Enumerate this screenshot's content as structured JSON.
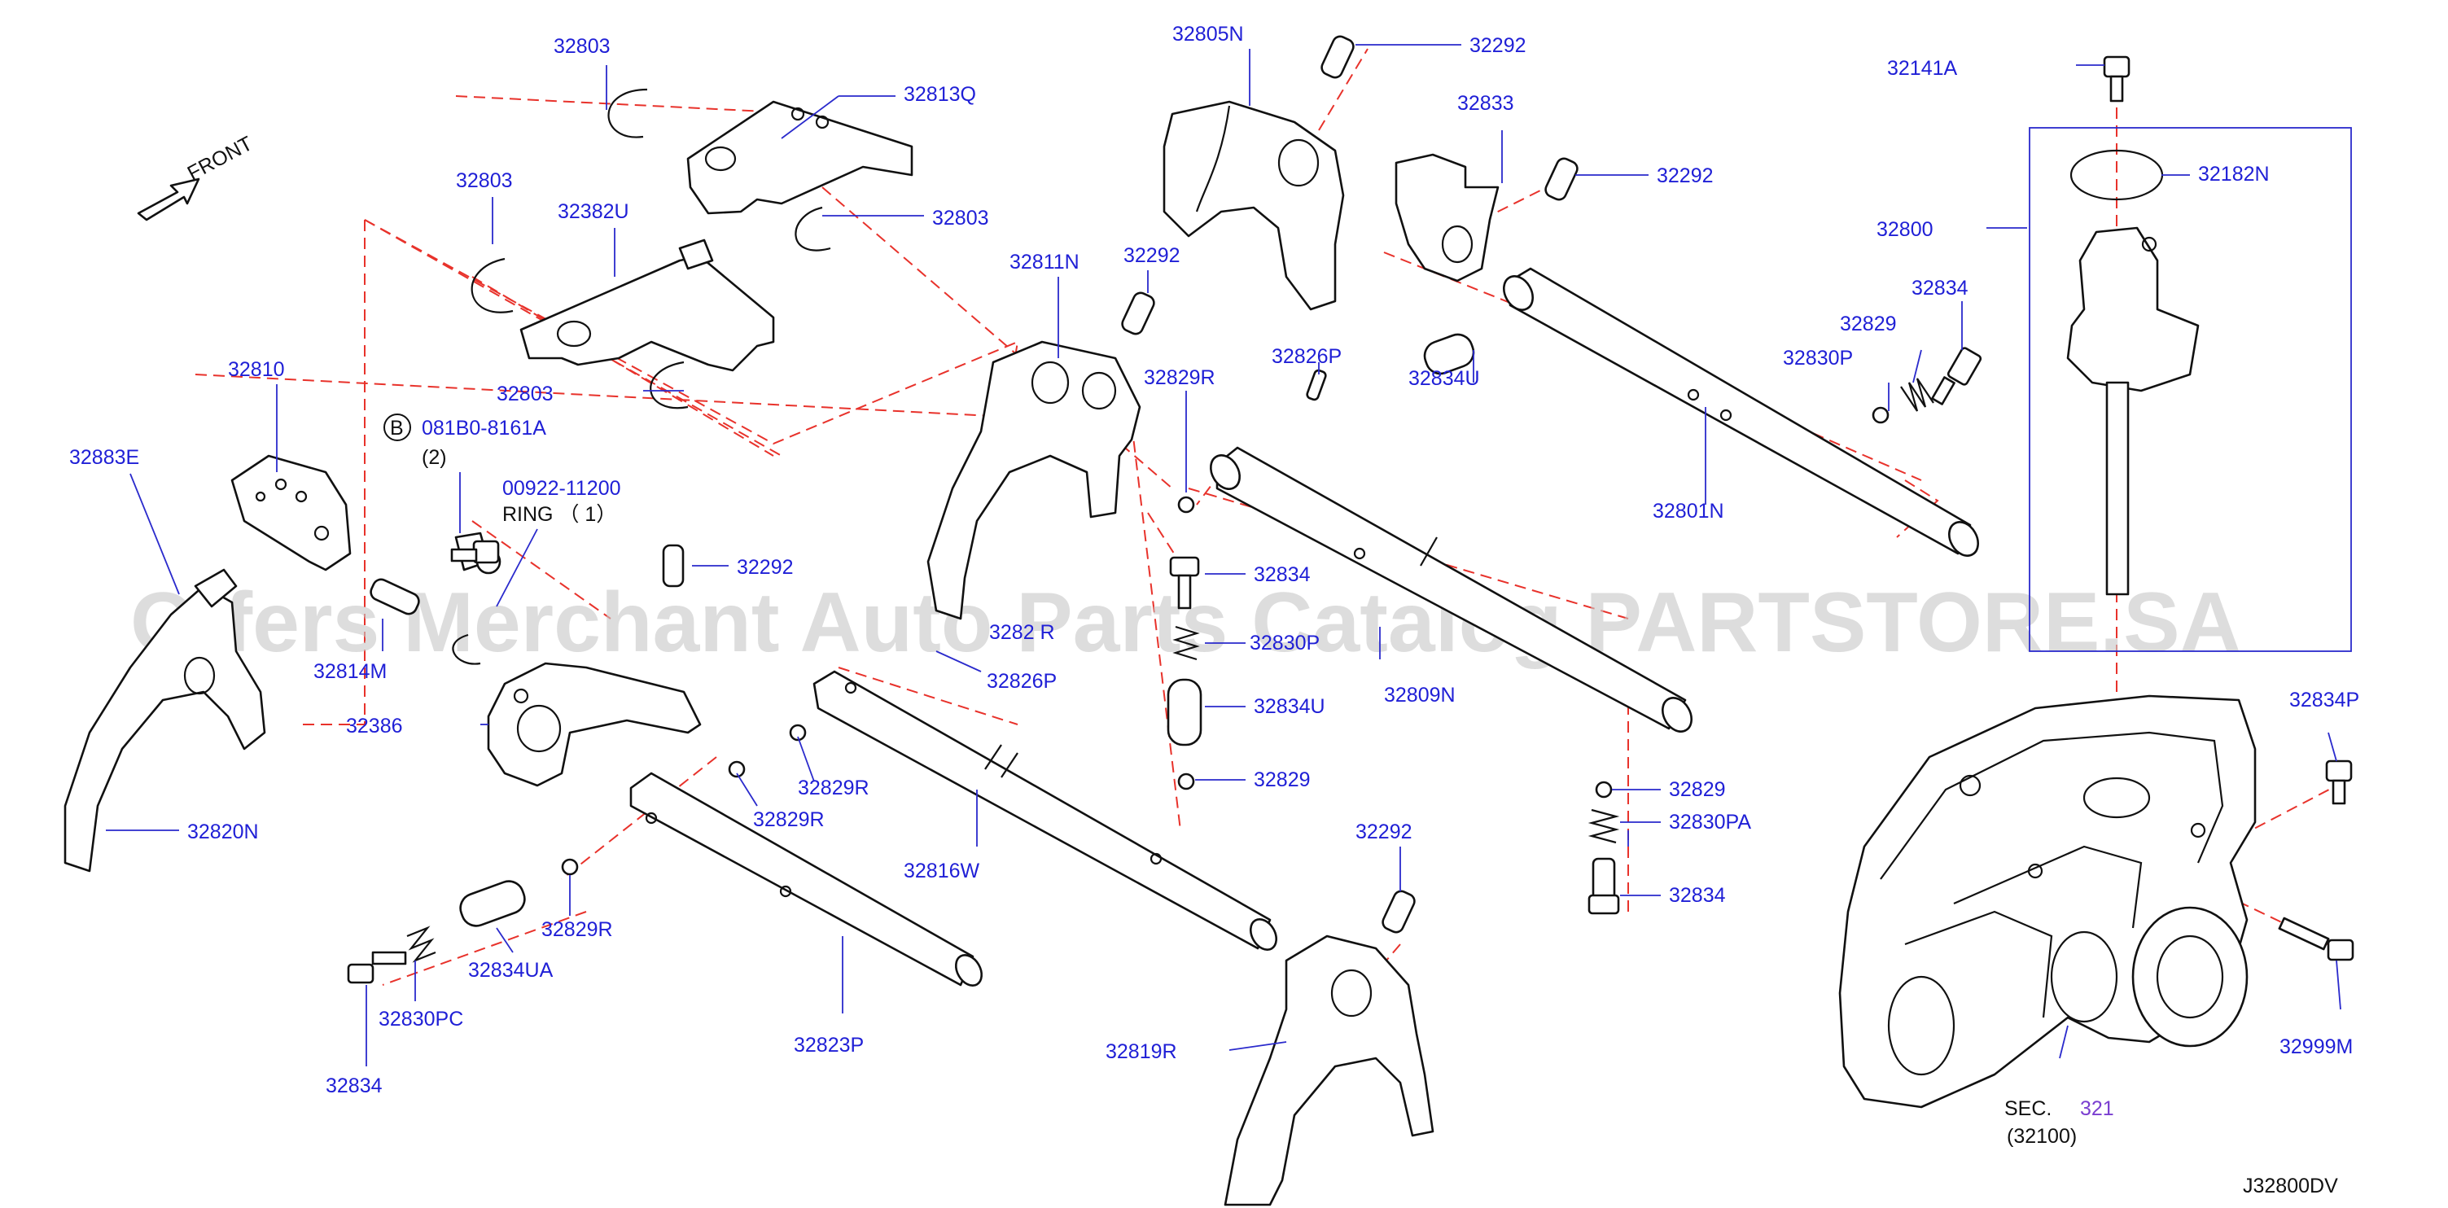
{
  "watermark": "Offers Merchant Auto Parts Catalog PARTSTORE.SA",
  "diagram_code": "J32800DV",
  "front_label": "FRONT",
  "bolt_marker": "B",
  "labels": {
    "p32803a": "32803",
    "p32803b": "32803",
    "p32803c": "32803",
    "p32803d": "32803",
    "p32813q": "32813Q",
    "p32382u": "32382U",
    "p32810": "32810",
    "p081b0": "081B0-8161A",
    "p081b0_qty": "(2)",
    "p00922": "00922-11200",
    "p00922_desc": "RING （ 1）",
    "p32883e": "32883E",
    "p32814m": "32814M",
    "p32386": "32386",
    "p32820n": "32820N",
    "p32292a": "32292",
    "p32292b": "32292",
    "p32292c": "32292",
    "p32292d": "32292",
    "p32292e": "32292",
    "p32805n": "32805N",
    "p32833": "32833",
    "p32811n": "32811N",
    "p32826pa": "32826P",
    "p32826pb": "32826P",
    "p32829ra": "32829R",
    "p32829rb": "32829R",
    "p32829rc": "32829R",
    "p32829rd": "32829R",
    "p32829re": "3282 R",
    "p32834a": "32834",
    "p32834b": "32834",
    "p32834c": "32834",
    "p32834d": "32834",
    "p32830pb": "32830P",
    "p32834ua": "32834U",
    "p32834ub": "32834U",
    "p32834uc": "32834UA",
    "p32829a": "32829",
    "p32829b": "32829",
    "p32829c": "32829",
    "p32809n": "32809N",
    "p32801n": "32801N",
    "p32830p": "32830P",
    "p32830pa": "32830PA",
    "p32830pc": "32830PC",
    "p32816w": "32816W",
    "p32823p": "32823P",
    "p32819r": "32819R",
    "p32141a": "32141A",
    "p32182n": "32182N",
    "p32800": "32800",
    "p32834p": "32834P",
    "p32999m": "32999M",
    "sec_prefix": "SEC.",
    "sec_num": "321",
    "sec_sub": "(32100)"
  }
}
